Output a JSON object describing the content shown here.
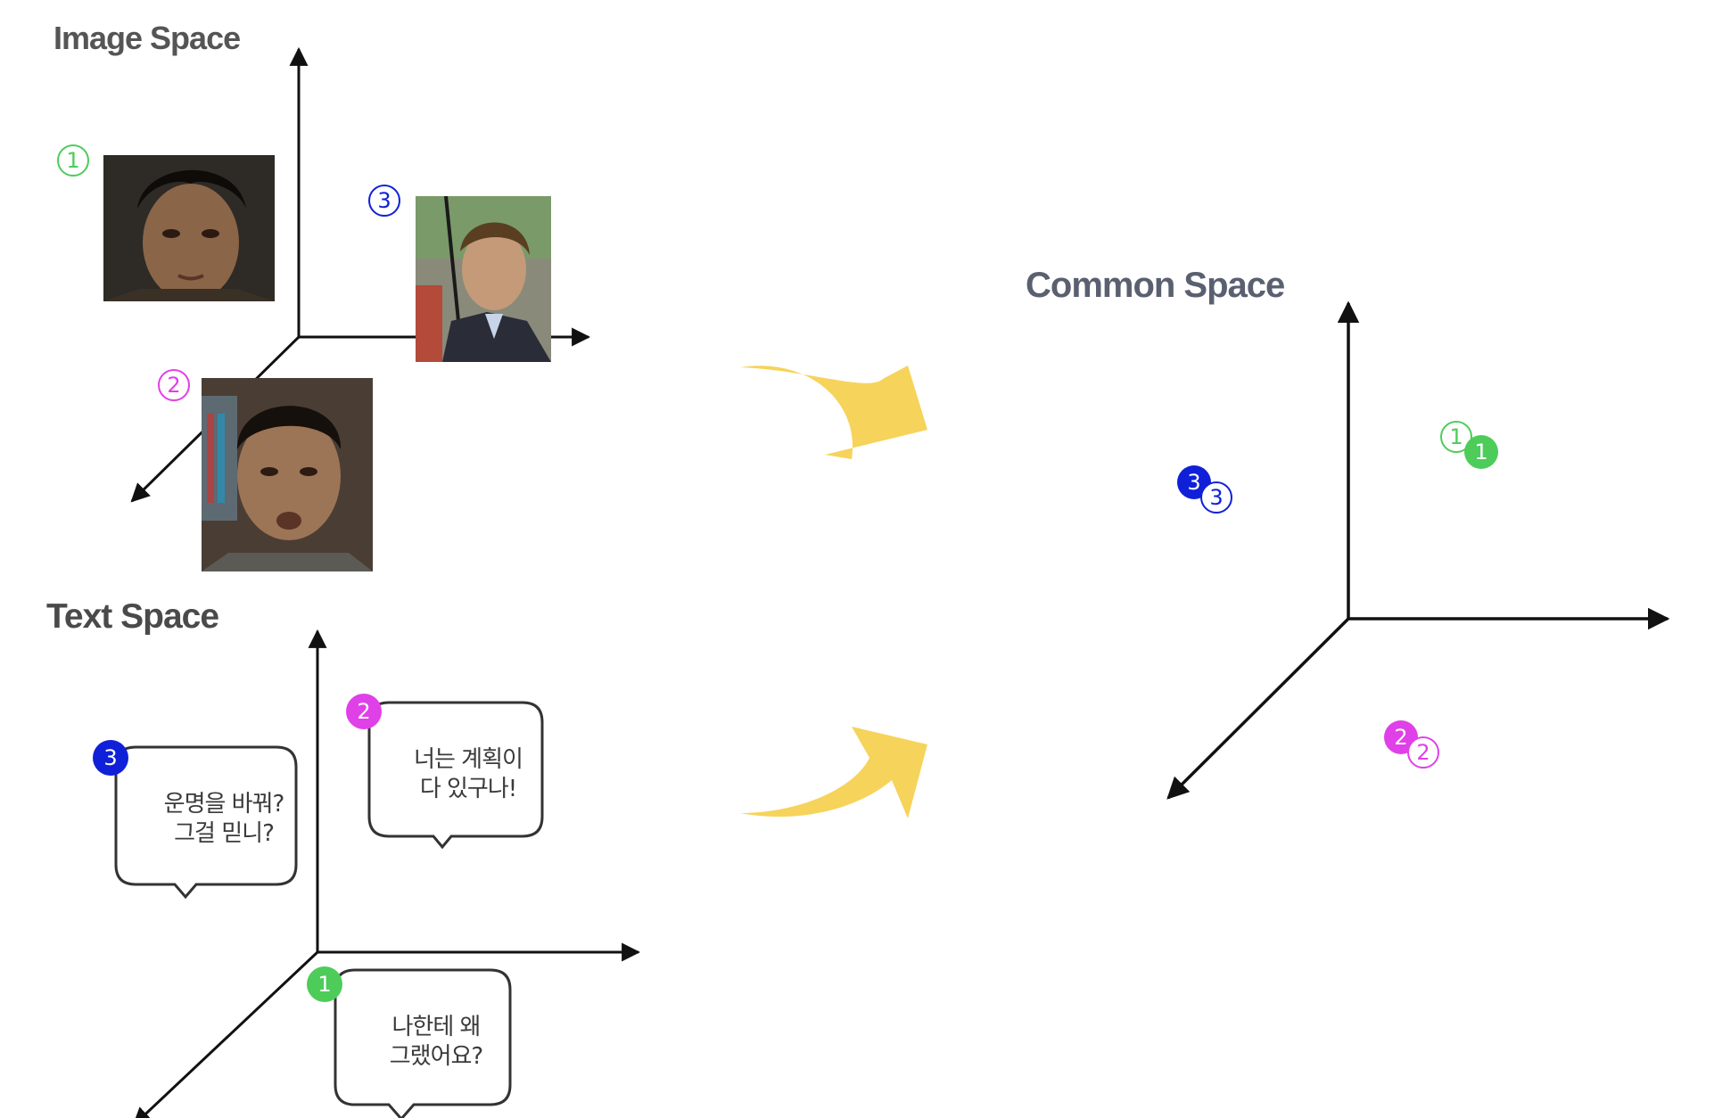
{
  "titles": {
    "image_space": "Image Space",
    "text_space": "Text Space",
    "common_space": "Common Space"
  },
  "colors": {
    "item1": "#4dcc5a",
    "item2": "#e040e8",
    "item3": "#1020d8",
    "arrow": "#f6d35a",
    "axis": "#111111"
  },
  "image_space": {
    "items": [
      {
        "id": "1",
        "marker": "outline",
        "color": "item1",
        "photo": "face-photo-1"
      },
      {
        "id": "2",
        "marker": "outline",
        "color": "item2",
        "photo": "face-photo-2"
      },
      {
        "id": "3",
        "marker": "outline",
        "color": "item3",
        "photo": "face-photo-3"
      }
    ]
  },
  "text_space": {
    "items": [
      {
        "id": "3",
        "marker": "filled",
        "color": "item3",
        "lines": [
          "운명을 바꿔?",
          "그걸 믿니?"
        ]
      },
      {
        "id": "2",
        "marker": "filled",
        "color": "item2",
        "lines": [
          "너는 계획이",
          "다  있구나!"
        ]
      },
      {
        "id": "1",
        "marker": "filled",
        "color": "item1",
        "lines": [
          "나한테 왜",
          "그랬어요?"
        ]
      }
    ]
  },
  "common_space": {
    "pairs": [
      {
        "id": "1",
        "color": "item1"
      },
      {
        "id": "3",
        "color": "item3"
      },
      {
        "id": "2",
        "color": "item2"
      }
    ]
  },
  "marker_labels": {
    "m1": "1",
    "m2": "2",
    "m3": "3"
  }
}
